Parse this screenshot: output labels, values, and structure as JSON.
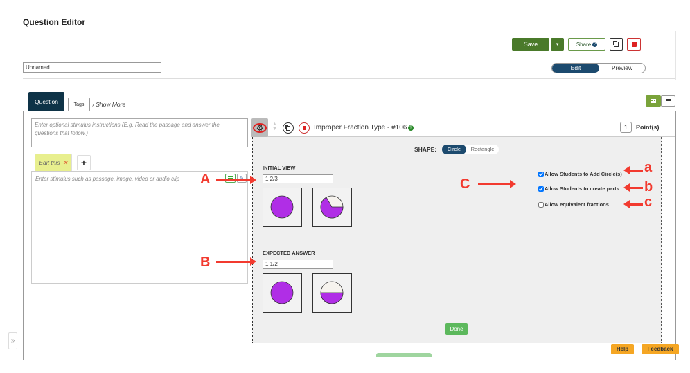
{
  "page_title": "Question Editor",
  "toolbar": {
    "save": "Save",
    "share": "Share",
    "copy_icon": "copy-icon",
    "delete_icon": "trash-icon"
  },
  "name_input": {
    "value": "Unnamed"
  },
  "mode_toggle": {
    "edit": "Edit",
    "preview": "Preview",
    "selected": "Edit"
  },
  "tabs": {
    "question": "Question",
    "tags": "Tags",
    "show_more": "Show More"
  },
  "left": {
    "instructions_placeholder": "Enter optional stimulus instructions (E.g. Read the passage and answer the questions that follow.)",
    "edit_tab": "Edit this",
    "add": "+",
    "stimulus_placeholder": "Enter stimulus such as passage, image, video or audio clip"
  },
  "question": {
    "title": "Improper Fraction Type - #106",
    "points": "1",
    "points_label": "Point(s)"
  },
  "shape": {
    "label": "SHAPE:",
    "options": [
      "Circle",
      "Rectangle"
    ],
    "selected": "Circle"
  },
  "initial_view": {
    "label": "INITIAL VIEW",
    "value": "1 2/3",
    "fill_fraction": 0.6667
  },
  "expected_answer": {
    "label": "EXPECTED ANSWER",
    "value": "1 1/2",
    "fill_fraction": 0.5
  },
  "options": [
    {
      "label": "Allow Students to Add Circle(s)",
      "checked": true
    },
    {
      "label": "Allow Students to create parts",
      "checked": true
    },
    {
      "label": "Allow equivalent fractions",
      "checked": false
    }
  ],
  "done": "Done",
  "footer": {
    "help": "Help",
    "feedback": "Feedback"
  },
  "annotations": {
    "A": "A",
    "B": "B",
    "C": "C",
    "a": "a",
    "b": "b",
    "c": "c"
  },
  "colors": {
    "save_green": "#4a7a2a",
    "navy": "#1c4a6e",
    "fill_purple": "#b02ee6",
    "annotation_red": "#f23a2f",
    "done_green": "#5cb85c",
    "help_orange": "#f5a623"
  }
}
